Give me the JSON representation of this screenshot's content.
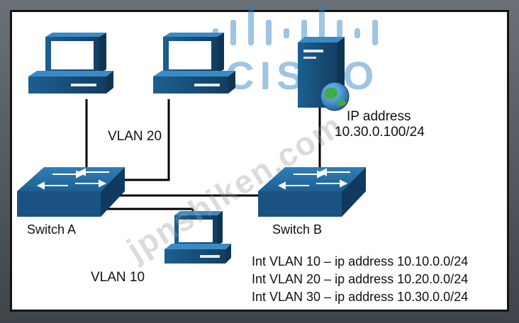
{
  "logo": {
    "text": "CISCO",
    "color": "#2b7fc1"
  },
  "watermark": {
    "text": "jpnshiken.com"
  },
  "labels": {
    "vlan20": "VLAN 20",
    "vlan10": "VLAN 10",
    "switch_a": "Switch A",
    "switch_b": "Switch B",
    "ip_title": "IP address",
    "ip_value": "10.30.0.100/24"
  },
  "interfaces": [
    "Int VLAN 10 – ip address 10.10.0.0/24",
    "Int VLAN 20 – ip address 10.20.0.0/24",
    "Int VLAN 30 – ip address 10.30.0.0/24"
  ],
  "colors": {
    "device": "#1f5d8c",
    "device_dark": "#123e62",
    "link": "#000000"
  }
}
